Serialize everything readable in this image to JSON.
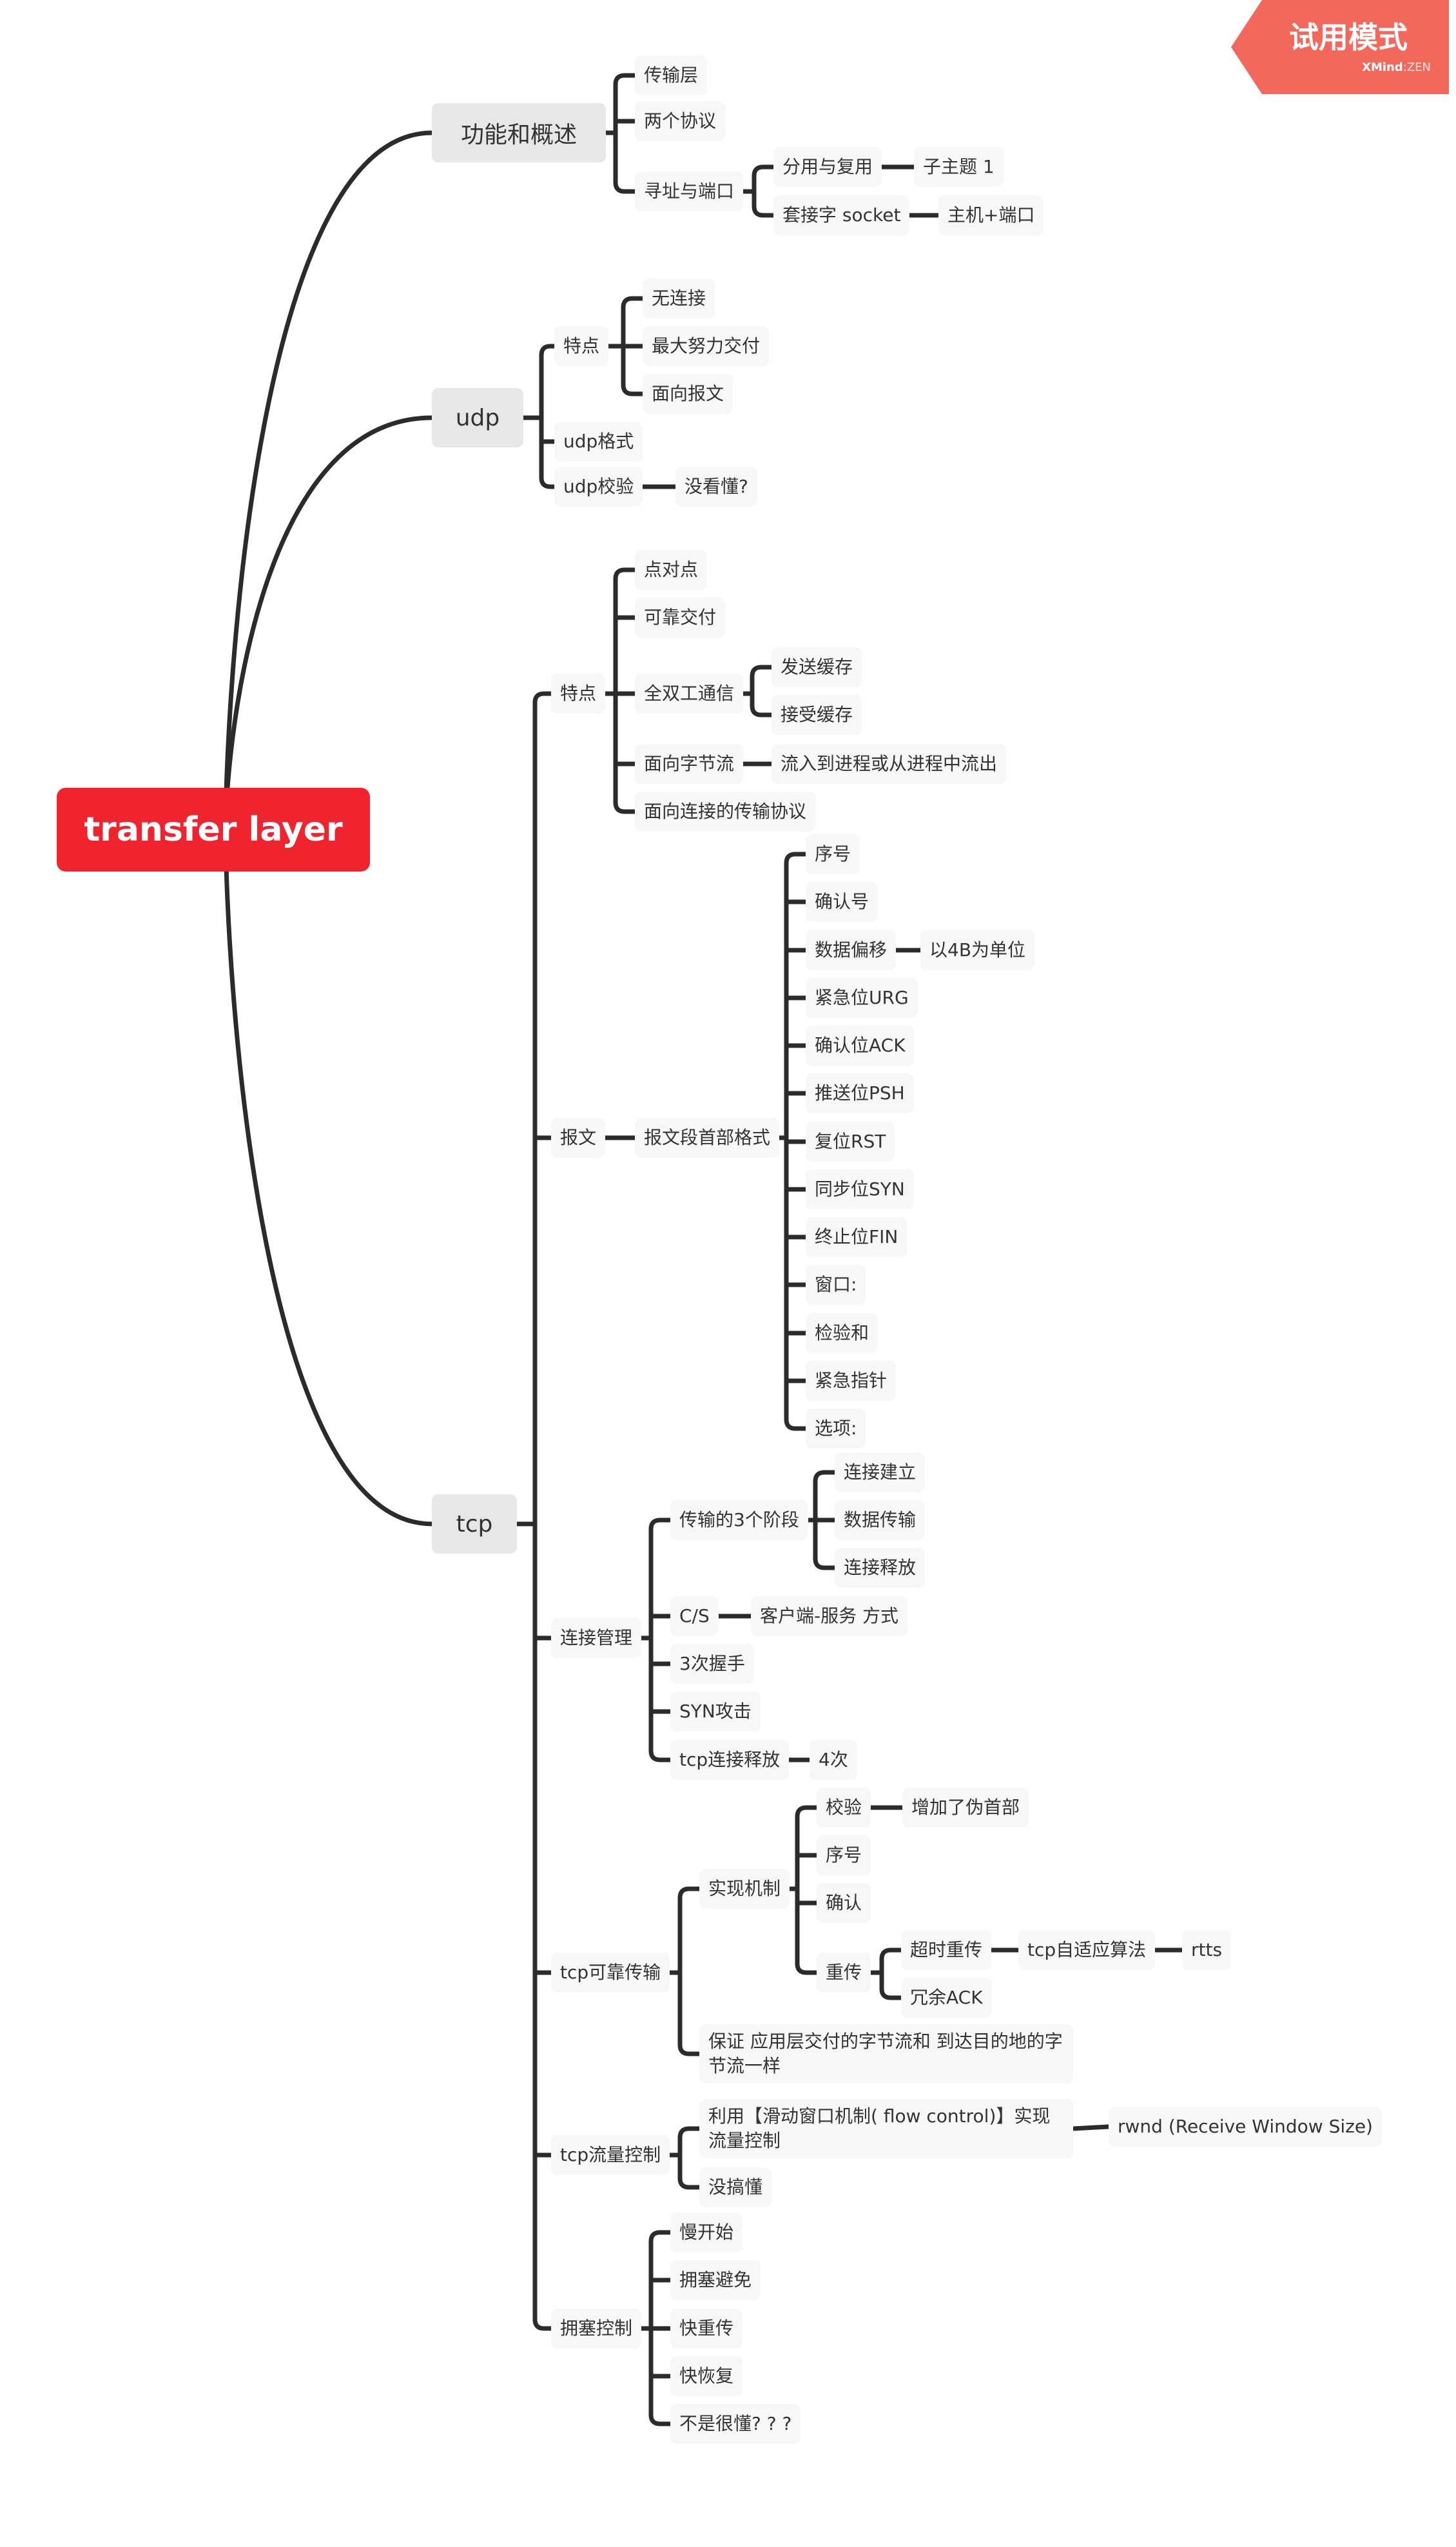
{
  "badge": {
    "title": "试用模式",
    "brand": "XMind",
    "edition": "ZEN"
  },
  "root": {
    "label": "transfer layer"
  },
  "overview": {
    "label": "功能和概述",
    "transport": "传输层",
    "two_protocols": "两个协议",
    "addressing": {
      "label": "寻址与端口",
      "mux": "分用与复用",
      "mux_child": "子主题 1",
      "socket": "套接字 socket",
      "socket_child": "主机+端口"
    }
  },
  "udp": {
    "label": "udp",
    "features": {
      "label": "特点",
      "items": [
        "无连接",
        "最大努力交付",
        "面向报文"
      ]
    },
    "format": "udp格式",
    "checksum": "udp校验",
    "checksum_child": "没看懂?"
  },
  "tcp": {
    "label": "tcp",
    "features": {
      "label": "特点",
      "p2p": "点对点",
      "reliable": "可靠交付",
      "duplex": "全双工通信",
      "send_buf": "发送缓存",
      "recv_buf": "接受缓存",
      "byte_stream": "面向字节流",
      "byte_stream_child": "流入到进程或从进程中流出",
      "conn": "面向连接的传输协议"
    },
    "segment": {
      "label": "报文",
      "header": "报文段首部格式",
      "seq": "序号",
      "ack_no": "确认号",
      "offset": "数据偏移",
      "offset_child": "以4B为单位",
      "urg": "紧急位URG",
      "ack": "确认位ACK",
      "psh": "推送位PSH",
      "rst": "复位RST",
      "syn": "同步位SYN",
      "fin": "终止位FIN",
      "window": "窗口:",
      "checksum": "检验和",
      "urgent_ptr": "紧急指针",
      "options": "选项:"
    },
    "connection": {
      "label": "连接管理",
      "phases": "传输的3个阶段",
      "phase_1": "连接建立",
      "phase_2": "数据传输",
      "phase_3": "连接释放",
      "cs": "C/S",
      "cs_child": "客户端-服务 方式",
      "handshake": "3次握手",
      "syn_attack": "SYN攻击",
      "release": "tcp连接释放",
      "release_child": "4次"
    },
    "reliable": {
      "label": "tcp可靠传输",
      "mechanism": "实现机制",
      "verify": "校验",
      "verify_child": "增加了伪首部",
      "seq": "序号",
      "confirm": "确认",
      "retransmit": "重传",
      "timeout": "超时重传",
      "adaptive": "tcp自适应算法",
      "rtts": "rtts",
      "dup_ack": "冗余ACK",
      "guarantee": "保证 应用层交付的字节流和 到达目的地的字节流一样"
    },
    "flow": {
      "label": "tcp流量控制",
      "sliding": "利用【滑动窗口机制( flow control)】实现流量控制",
      "rwnd": "rwnd (Receive Window Size)",
      "unclear": "没搞懂"
    },
    "congestion": {
      "label": "拥塞控制",
      "slow_start": "慢开始",
      "avoid": "拥塞避免",
      "fast_retransmit": "快重传",
      "fast_recovery": "快恢复",
      "question": "不是很懂? ? ?"
    }
  }
}
